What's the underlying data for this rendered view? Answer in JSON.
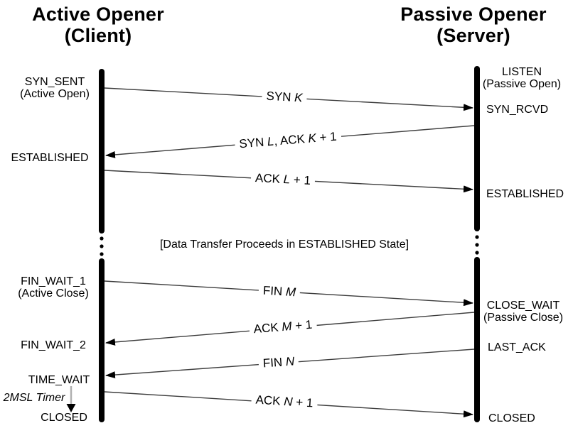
{
  "headers": {
    "client_line1": "Active Opener",
    "client_line2": "(Client)",
    "server_line1": "Passive Opener",
    "server_line2": "(Server)"
  },
  "client_states": {
    "syn_sent": "SYN_SENT",
    "syn_sent_sub": "(Active Open)",
    "established": "ESTABLISHED",
    "fin_wait_1": "FIN_WAIT_1",
    "fin_wait_1_sub": "(Active Close)",
    "fin_wait_2": "FIN_WAIT_2",
    "time_wait": "TIME_WAIT",
    "timer": "2MSL Timer",
    "closed": "CLOSED"
  },
  "server_states": {
    "listen": "LISTEN",
    "listen_sub": "(Passive Open)",
    "syn_rcvd": "SYN_RCVD",
    "established": "ESTABLISHED",
    "close_wait": "CLOSE_WAIT",
    "close_wait_sub": "(Passive Close)",
    "last_ack": "LAST_ACK",
    "closed": "CLOSED"
  },
  "note": "[Data Transfer Proceeds in ESTABLISHED State]",
  "messages": [
    {
      "p1": "SYN ",
      "v1": "K",
      "direction": "client-to-server"
    },
    {
      "p1": "SYN ",
      "v1": "L",
      "p2": ", ACK ",
      "v2": "K",
      "p3": " + 1",
      "direction": "server-to-client"
    },
    {
      "p1": "ACK ",
      "v1": "L",
      "p2": " + 1",
      "direction": "client-to-server"
    },
    {
      "p1": "FIN ",
      "v1": "M",
      "direction": "client-to-server"
    },
    {
      "p1": "ACK ",
      "v1": "M",
      "p2": " + 1",
      "direction": "server-to-client"
    },
    {
      "p1": "FIN ",
      "v1": "N",
      "direction": "server-to-client"
    },
    {
      "p1": "ACK ",
      "v1": "N",
      "p2": " + 1",
      "direction": "client-to-server"
    }
  ],
  "colors": {
    "lifeline": "#000000",
    "arrow_line": "#3d3d3d",
    "arrow_head": "#000000",
    "timer_shaft": "#b0b0b0",
    "text": "#000000"
  }
}
